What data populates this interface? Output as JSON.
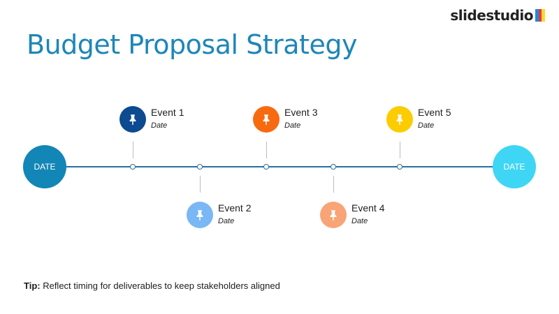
{
  "logo": {
    "text": "slidestudio",
    "colors": [
      "#1e88e5",
      "#e53935",
      "#fdd835"
    ]
  },
  "title": "Budget Proposal Strategy",
  "title_color": "#1e86b8",
  "line_color": "#2a6fa0",
  "start_cap": {
    "label": "DATE",
    "color": "#1286b6"
  },
  "end_cap": {
    "label": "DATE",
    "color": "#3ed6f4"
  },
  "events": [
    {
      "name": "Event 1",
      "date": "Date",
      "color": "#0d4a8f",
      "position": "top",
      "icon": "pin-icon"
    },
    {
      "name": "Event 2",
      "date": "Date",
      "color": "#79b7f5",
      "position": "bottom",
      "icon": "pin-icon"
    },
    {
      "name": "Event 3",
      "date": "Date",
      "color": "#f76a10",
      "position": "top",
      "icon": "pin-icon"
    },
    {
      "name": "Event 4",
      "date": "Date",
      "color": "#f8a477",
      "position": "bottom",
      "icon": "pin-icon"
    },
    {
      "name": "Event 5",
      "date": "Date",
      "color": "#fbcc00",
      "position": "top",
      "icon": "pin-icon"
    }
  ],
  "tip": {
    "label": "Tip:",
    "text": " Reflect timing for deliverables to keep stakeholders aligned"
  }
}
